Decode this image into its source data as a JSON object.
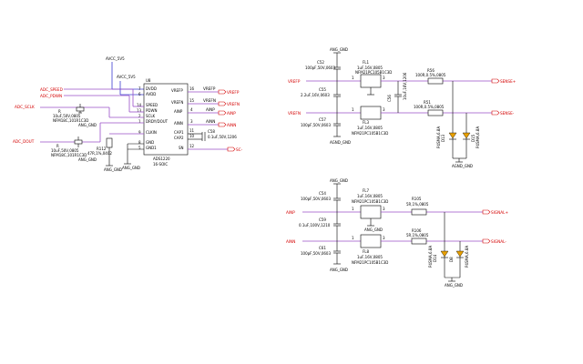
{
  "left": {
    "avcc_5v5_top": "AVCC_5V5",
    "avcc_5v5_mid": "AVCC_5V5",
    "ref": "U8",
    "pins_left": [
      "DVDD",
      "AVDD",
      "SPEED",
      "PDWN",
      "SCLK",
      "DRDY/DOUT",
      "CLKIN",
      "GND",
      "GND1"
    ],
    "pins_left_nums": [
      "7",
      "6",
      "14",
      "13",
      "2",
      "1",
      "9",
      "8",
      "5"
    ],
    "pins_right": [
      "VREFP",
      "VREFN",
      "AINP",
      "AINN",
      "CAP1",
      "CAP2",
      "SN"
    ],
    "pins_right_nums": [
      "16",
      "15",
      "4",
      "3",
      "11",
      "10",
      "12"
    ],
    "part": "ADS1220",
    "package": "16-SOIC",
    "net_labels_left": [
      "ADC_SPEED",
      "ADC_PDWN",
      "ADC_SCLK",
      "ADC_DOUT"
    ],
    "net_labels_right": [
      "VREFP",
      "VREFN",
      "AINP",
      "AINN"
    ],
    "cap_c58": "C58",
    "cap_c58_val": "0.1uF,50V,1206",
    "r_upper_ref": "R",
    "r_upper_val": "10uF,50V,0805",
    "r_upper_pn": "NFM18C,101R1C3D",
    "r_lower_ref": "R",
    "r_lower_val": "10uF,50V,0805",
    "r_lower_pn": "NFM18C,101R1C3D",
    "r112": "R112",
    "r112_val": "47R,1%,0402",
    "agnd_small": [
      "ANG_GND",
      "ANG_GND",
      "ANG_GND",
      "ANG_GND"
    ]
  },
  "top_right": {
    "agnd_top": "ANG_GND",
    "vrefp": "VREFP",
    "vrefn": "VREFN",
    "c52": "C52",
    "c52_val": "100pF,50V,0603",
    "c55": "C55",
    "c55_val": "2.2uF,16V,0603",
    "c57": "C57",
    "c57_val": "100pF,50V,0603",
    "fl1": "FL1",
    "fl1_val": "1uF,16V,0805",
    "fl1_pn": "NFM21PC105B1C3D",
    "fl3": "FL3",
    "fl3_val": "1uF,16V,0805",
    "fl3_pn": "NFM21PC105B1C3D",
    "c56": "C56",
    "c56_val": "10uF,16V,1206",
    "r56": "R56",
    "r56_val": "100R,0.5%,0805",
    "r51": "R51",
    "r51_val": "100R,0.5%,0805",
    "d13": "D13",
    "d13_pn": "P4SMA,6.8A",
    "d15": "D15",
    "d15_pn": "P4SMA,6.8A",
    "sense_p": "SENSE+",
    "sense_n": "SENSE-",
    "agnd_bottom": "AGND_GND",
    "pin_nums": [
      "1",
      "3",
      "1",
      "3"
    ]
  },
  "bottom_right": {
    "agnd_top": "ANG_GND",
    "ainp": "AINP",
    "ainn": "AINN",
    "c54": "C54",
    "c54_val": "100pF,50V,0603",
    "c59": "C59",
    "c59_val": "0.1uF,100V,1210",
    "c61": "C61",
    "c61_val": "100pF,50V,0603",
    "fl7": "FL7",
    "fl7_val": "1uF,16V,0805",
    "fl7_pn": "NFM21PC105B1C3D",
    "fl8": "FL8",
    "fl8_val": "1uF,16V,0805",
    "fl8_pn": "NFM21PC105B1C3D",
    "r105": "R105",
    "r105_val": "5R,1%,0805",
    "r106": "R106",
    "r106_val": "5R,1%,0805",
    "d14": "D14",
    "d14_pn": "P4SMA,6.8A",
    "d8": "D8",
    "d8_pn": "P4SMA,6.8A",
    "signal_p": "SIGNAL+",
    "signal_n": "SIGNAL-",
    "agnd_bottom": "ANG_GND",
    "pin_nums": [
      "1",
      "3",
      "1",
      "3"
    ]
  }
}
